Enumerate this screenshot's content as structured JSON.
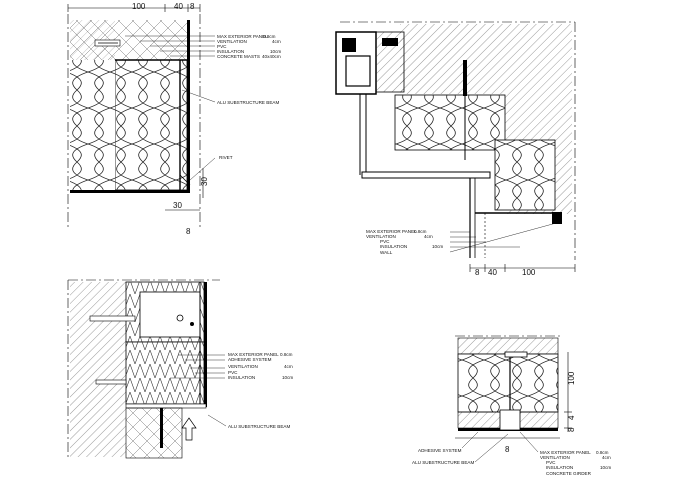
{
  "details": {
    "top_left": {
      "dims": {
        "d100": "100",
        "d40": "40",
        "d8": "8",
        "d30_v": "30",
        "d30_h": "30",
        "d8_bottom": "8"
      },
      "labels": {
        "panel": "MAX EXTERIOR PANEL",
        "panel_val": "0.8cm",
        "ventilation": "VENTILATION",
        "ventilation_val": "4cm",
        "pvc": "PVC",
        "insulation": "INSULATION",
        "insulation_val": "10cm",
        "masts": "CONCRETE MASTS",
        "masts_val": "40x40cm",
        "beam": "ALU SUBSTRUCTURE BEAM",
        "rivet": "RIVET"
      }
    },
    "top_right": {
      "dims": {
        "d8": "8",
        "d40": "40",
        "d100": "100"
      },
      "labels": {
        "panel": "MAX EXTERIOR PANEL",
        "panel_val": "0.8cm",
        "ventilation": "VENTILATION",
        "ventilation_val": "4cm",
        "pvc": "PVC",
        "insulation": "INSULATION",
        "insulation_val": "10cm",
        "wall": "WALL"
      }
    },
    "bottom_left": {
      "labels": {
        "panel": "MAX EXTERIOR PANEL",
        "panel_val": "0.8cm",
        "adhesive": "ADHESIVE SYSTEM",
        "ventilation": "VENTILATION",
        "ventilation_val": "4cm",
        "pvc": "PVC",
        "insulation": "INSULATION",
        "insulation_val": "10cm",
        "beam": "ALU SUBSTRUCTURE BEAM"
      }
    },
    "bottom_right": {
      "dims": {
        "d100": "100",
        "d4": "4",
        "d8": "8",
        "d8_bottom": "8"
      },
      "labels": {
        "adhesive": "ADHESIVE SYSTEM",
        "beam": "ALU SUBSTRUCTURE BEAM",
        "panel": "MAX EXTERIOR PANEL",
        "panel_val": "0.8cm",
        "ventilation": "VENTILATION",
        "ventilation_val": "4cm",
        "pvc": "PVC",
        "insulation": "INSULATION",
        "insulation_val": "10cm",
        "girder": "CONCRETE GIRDER"
      }
    }
  }
}
